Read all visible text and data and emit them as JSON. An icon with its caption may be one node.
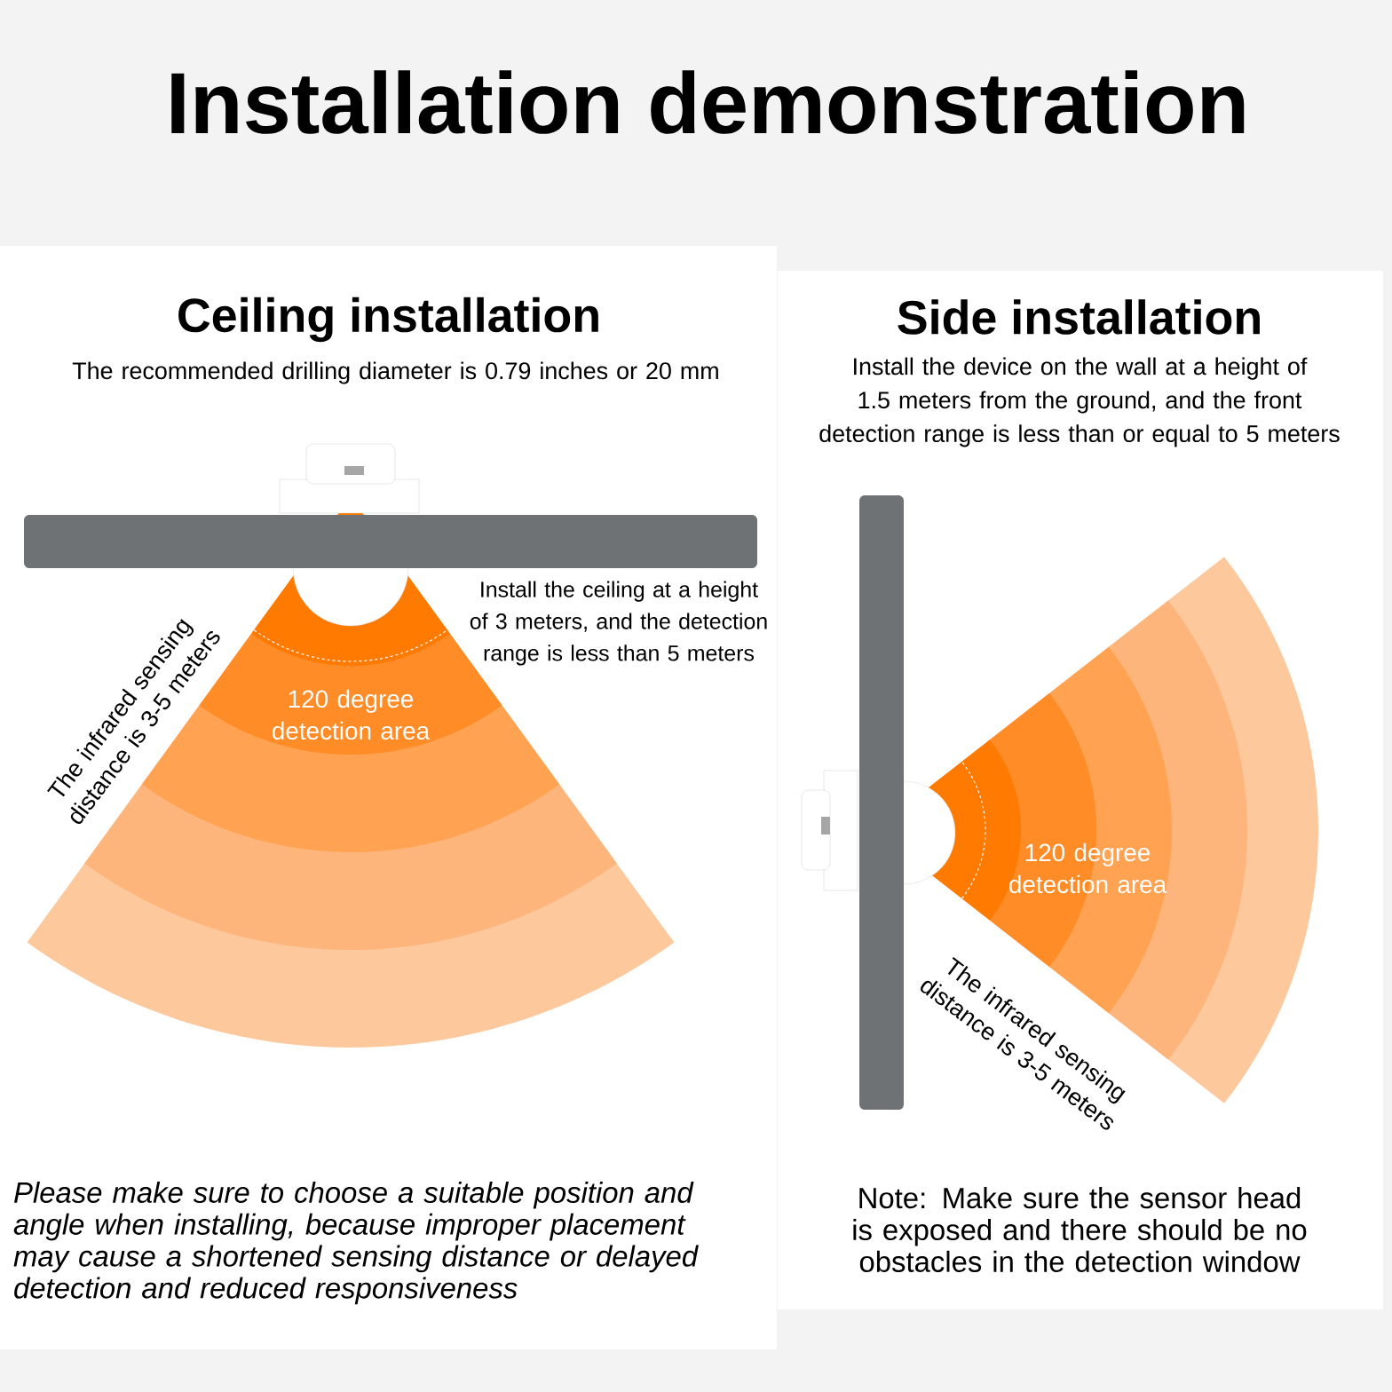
{
  "diagram": {
    "title": "Installation demonstration",
    "nodes": [
      {
        "text": [
          "Ceiling installation",
          "The recommended drilling diameter is 0.79 inches or 20 mm",
          "Please make sure to choose a suitable position and angle when installing, because improper placement may cause a shortened sensing distance or delayed detection and reduced responsiveness"
        ]
      },
      {
        "text": [
          "Side installation",
          "Install the device on the wall at a height of 1.5 meters from the ground, and the front detection range is less than or equal to 5 meters",
          "Note: Make sure the sensor head is exposed and there should be no obstacles in the detection window"
        ]
      },
      {
        "text": [
          "120 degree detection area"
        ],
        "in": 0
      },
      {
        "text": [
          "120 degree detection area"
        ],
        "in": 1
      }
    ],
    "labels": [
      "Install the ceiling at a height of 3 meters, and the detection range is less than 5 meters",
      "The infrared sensing distance is 3-5 meters",
      "The infrared sensing distance is 3-5 meters"
    ]
  }
}
